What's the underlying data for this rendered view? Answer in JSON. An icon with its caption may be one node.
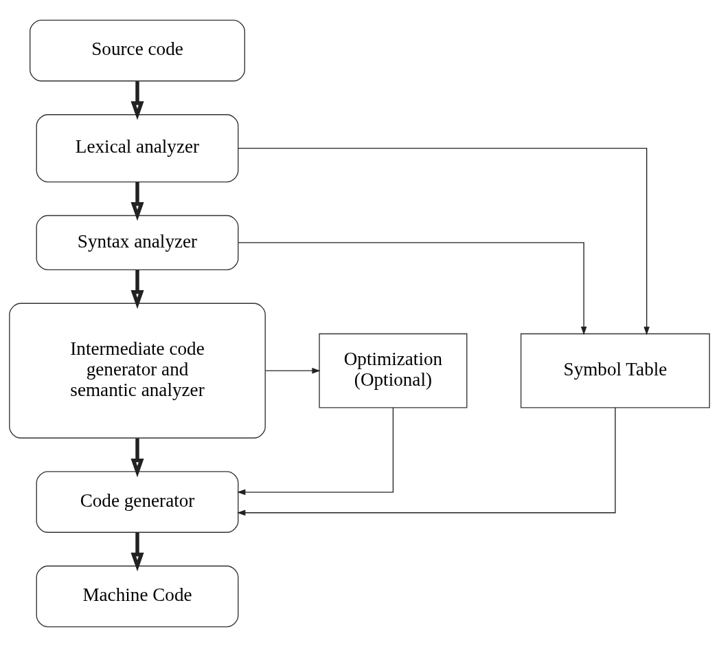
{
  "diagram": {
    "nodes": [
      {
        "text": [
          "Source code"
        ]
      },
      {
        "text": [
          "Lexical analyzer"
        ]
      },
      {
        "text": [
          "Syntax analyzer"
        ]
      },
      {
        "text": [
          "Intermediate code generator and semantic analyzer"
        ]
      },
      {
        "text": [
          "Optimization (Optional)"
        ]
      },
      {
        "text": [
          "Symbol Table"
        ]
      },
      {
        "text": [
          "Code generator"
        ]
      },
      {
        "text": [
          "Machine Code"
        ]
      }
    ],
    "edges": [
      {
        "from": 0,
        "to": 1,
        "arrow": "to",
        "style": "thick"
      },
      {
        "from": 1,
        "to": 2,
        "arrow": "to",
        "style": "thick"
      },
      {
        "from": 2,
        "to": 3,
        "arrow": "to",
        "style": "thick"
      },
      {
        "from": 3,
        "to": 6,
        "arrow": "to",
        "style": "thick"
      },
      {
        "from": 6,
        "to": 7,
        "arrow": "to",
        "style": "thick"
      },
      {
        "from": 1,
        "to": 5,
        "arrow": "to"
      },
      {
        "from": 2,
        "to": 5,
        "arrow": "to"
      },
      {
        "from": 3,
        "to": 4,
        "arrow": "to"
      },
      {
        "from": 4,
        "to": 6,
        "arrow": "to"
      },
      {
        "from": 5,
        "to": 6,
        "arrow": "to"
      }
    ]
  }
}
